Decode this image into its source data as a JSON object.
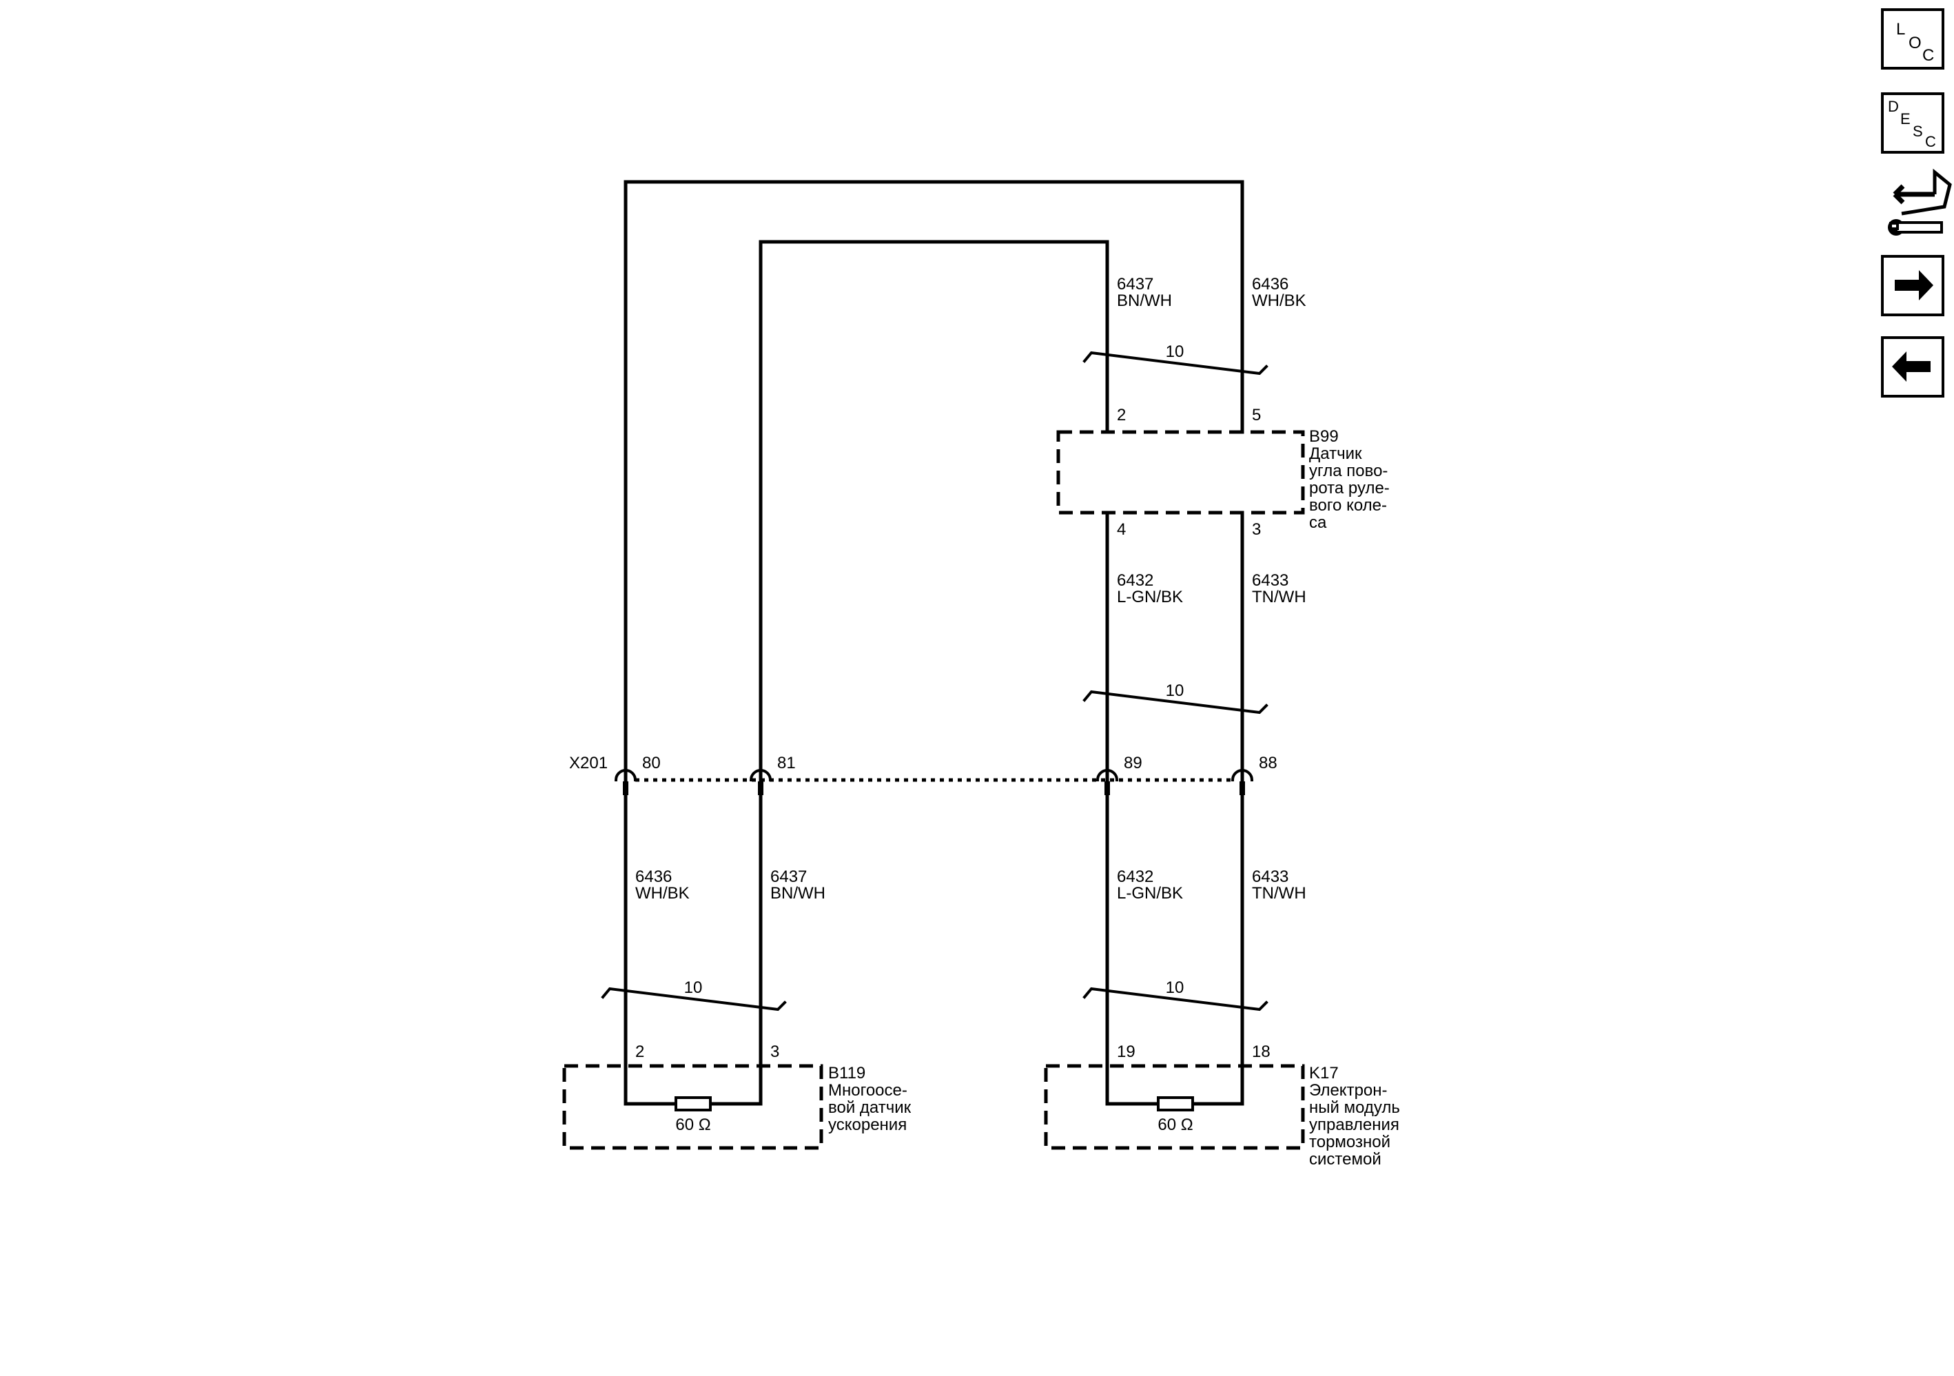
{
  "wires": {
    "w6437_top": {
      "num": "6437",
      "color": "BN/WH"
    },
    "w6436_top": {
      "num": "6436",
      "color": "WH/BK"
    },
    "w6432_mid": {
      "num": "6432",
      "color": "L-GN/BK"
    },
    "w6433_mid": {
      "num": "6433",
      "color": "TN/WH"
    },
    "w6436_bot": {
      "num": "6436",
      "color": "WH/BK"
    },
    "w6437_bot": {
      "num": "6437",
      "color": "BN/WH"
    },
    "w6432_bot": {
      "num": "6432",
      "color": "L-GN/BK"
    },
    "w6433_bot": {
      "num": "6433",
      "color": "TN/WH"
    }
  },
  "twists": {
    "top": "10",
    "mid": "10",
    "bot_left": "10",
    "bot_right": "10"
  },
  "b99": {
    "id": "B99",
    "name_lines": [
      "Датчик",
      "угла пово-",
      "рота руле-",
      "вого коле-",
      "са"
    ],
    "pins": {
      "p2": "2",
      "p5": "5",
      "p4": "4",
      "p3": "3"
    }
  },
  "x201": {
    "id": "X201",
    "pins": {
      "p80": "80",
      "p81": "81",
      "p89": "89",
      "p88": "88"
    }
  },
  "b119": {
    "id": "B119",
    "name_lines": [
      "Многоосе-",
      "вой датчик",
      "ускорения"
    ],
    "pins": {
      "p2": "2",
      "p3": "3"
    },
    "resistor": "60 Ω"
  },
  "k17": {
    "id": "K17",
    "name_lines": [
      "Электрон-",
      "ный модуль",
      "управления",
      "тормозной",
      "системой"
    ],
    "pins": {
      "p19": "19",
      "p18": "18"
    },
    "resistor": "60 Ω"
  },
  "nav": {
    "loc": {
      "l1": "L",
      "l2": "O",
      "l3": "C"
    },
    "desc": {
      "l1": "D",
      "l2": "E",
      "l3": "S",
      "l4": "C"
    }
  }
}
